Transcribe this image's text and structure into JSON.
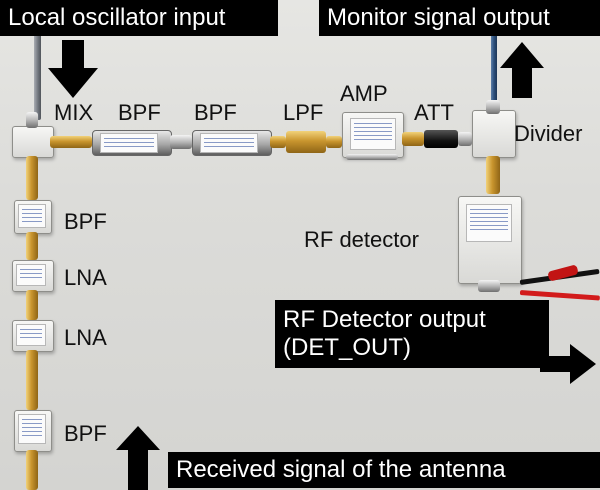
{
  "callouts": {
    "local_oscillator_input": "Local oscillator input",
    "monitor_signal_output": "Monitor signal output",
    "rf_detector_output_line1": "RF Detector output",
    "rf_detector_output_line2": "(DET_OUT)",
    "received_signal": "Received signal of the antenna"
  },
  "labels": {
    "mix": "MIX",
    "bpf_top_1": "BPF",
    "bpf_top_2": "BPF",
    "lpf": "LPF",
    "amp": "AMP",
    "att": "ATT",
    "divider": "Divider",
    "rf_detector": "RF detector",
    "bpf_left_1": "BPF",
    "lna_1": "LNA",
    "lna_2": "LNA",
    "bpf_left_2": "BPF"
  },
  "colors": {
    "callout_bg": "#000000",
    "callout_text": "#ffffff",
    "label_text": "#111111",
    "brass": "#c9952e",
    "cable_blue": "#2c4f7b",
    "probe_red": "#d21b1b"
  },
  "icons": {
    "arrow_down": "arrow-down-icon",
    "arrow_up": "arrow-up-icon",
    "arrow_right": "arrow-right-icon"
  }
}
